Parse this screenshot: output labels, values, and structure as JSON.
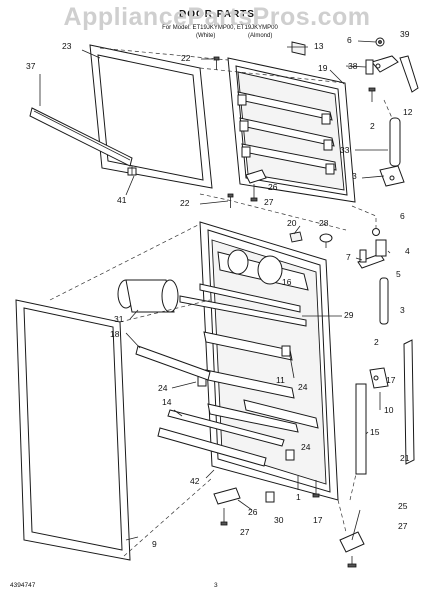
{
  "watermark": "AppliancePartsPros.com",
  "title": "DOOR PARTS",
  "subheading": {
    "line1": "For Model: ET19JKYMP00, ET19JKYMP00",
    "line2_left": "(White)",
    "line2_right": "(Almond)"
  },
  "footer": {
    "doc_number": "4394747",
    "page_number": "3"
  },
  "callouts": {
    "c23": "23",
    "c37": "37",
    "c22a": "22",
    "c13": "13",
    "c6a": "6",
    "c39": "39",
    "c19": "19",
    "c38": "38",
    "c12": "12",
    "c2a": "2",
    "c33": "33",
    "c3a": "3",
    "c41": "41",
    "c26a": "26",
    "c27a": "27",
    "c22b": "22",
    "c20": "20",
    "c28": "28",
    "c6b": "6",
    "c7": "7",
    "c4": "4",
    "c5": "5",
    "c16": "16",
    "c31": "31",
    "c29": "29",
    "c18": "18",
    "c3b": "3",
    "c2b": "2",
    "c24a": "24",
    "c11": "11",
    "c24b": "24",
    "c17a": "17",
    "c10": "10",
    "c14": "14",
    "c15": "15",
    "c21": "21",
    "c42": "42",
    "c24c": "24",
    "c1": "1",
    "c26b": "26",
    "c30": "30",
    "c17b": "17",
    "c27b": "27",
    "c25": "25",
    "c27c": "27",
    "c9": "9"
  }
}
